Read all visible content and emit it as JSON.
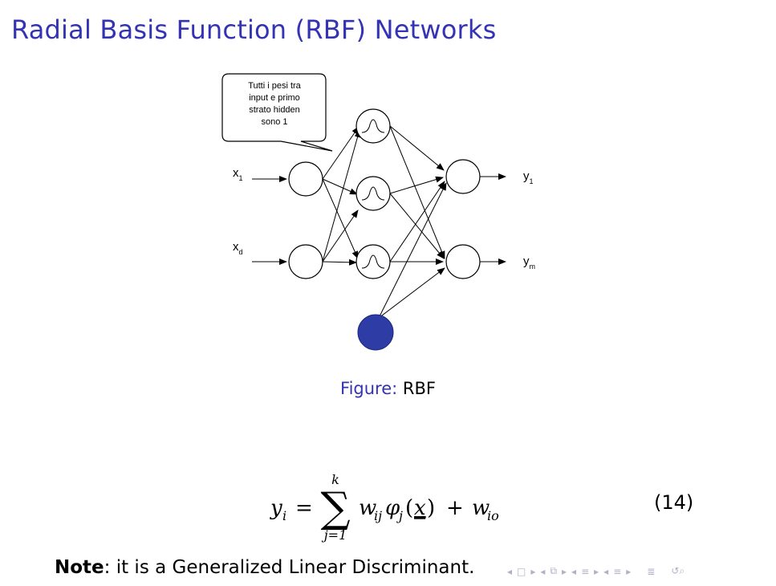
{
  "slide": {
    "title": "Radial Basis Function (RBF) Networks",
    "accent_color": "#3333b3"
  },
  "figure": {
    "callout_text": [
      "Tutti i pesi tra",
      "input e primo",
      "strato hidden",
      "sono 1"
    ],
    "input_labels": [
      "x",
      "x"
    ],
    "input_subscripts": [
      "1",
      "d"
    ],
    "output_labels": [
      "y",
      "y"
    ],
    "output_subscripts": [
      "1",
      "m"
    ],
    "bias_color": "#2e3ca6",
    "caption_label": "Figure:",
    "caption_text": "RBF"
  },
  "equation": {
    "lhs": "y",
    "lhs_sub": "i",
    "equals": "=",
    "sum_upper": "k",
    "sum_lower": "j=1",
    "sum_symbol": "∑",
    "term_w": "w",
    "term_w_sub": "ij",
    "term_phi": "φ",
    "term_phi_sub": "j",
    "term_arg": "x",
    "plus": "+",
    "bias_w": "w",
    "bias_sub": "io",
    "number": "(14)"
  },
  "note": {
    "bold": "Note",
    "text": ": it is a Generalized Linear Discriminant."
  },
  "navigation": {
    "icons": [
      "frame-prev-icon",
      "frame-next-icon",
      "subsection-prev-icon",
      "subsection-next-icon",
      "section-prev-icon",
      "section-next-icon",
      "align-icon",
      "search-zoom-icon"
    ]
  }
}
